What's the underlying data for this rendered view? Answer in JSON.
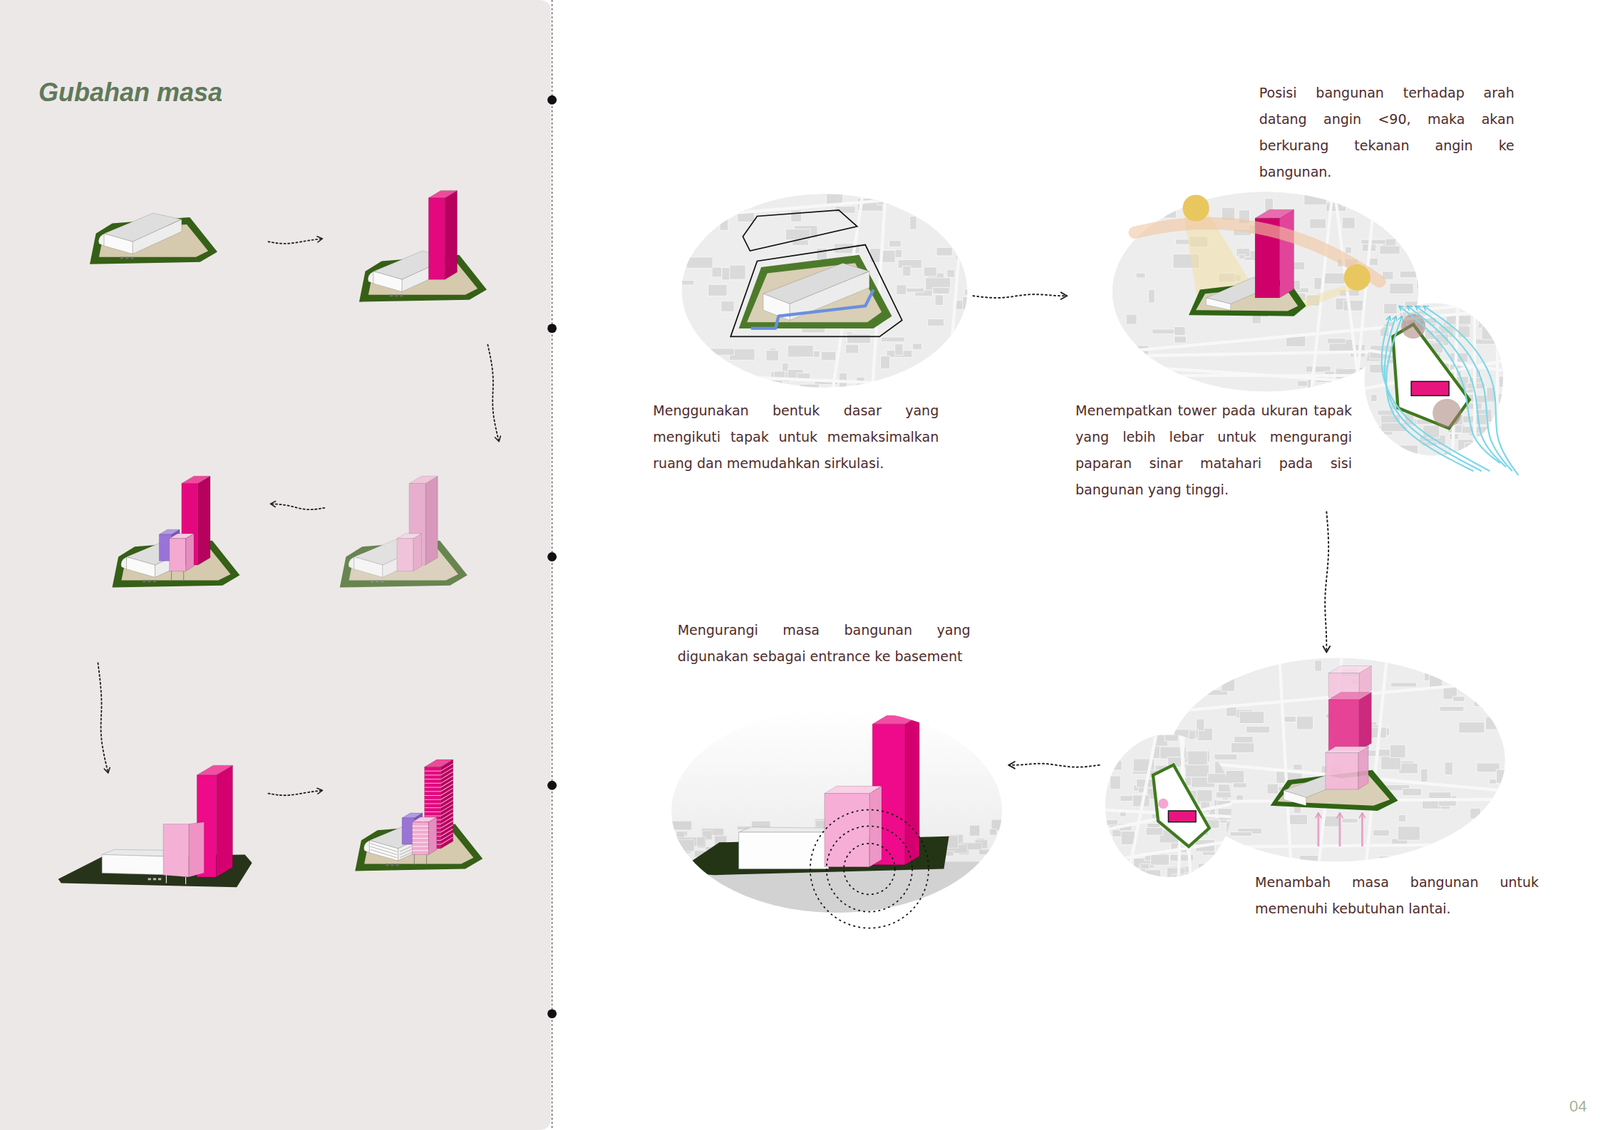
{
  "diagram": {
    "title": "Gubahan masa",
    "nodes": [
      {
        "text": [
          "Menggunakan bentuk dasar yang mengikuti tapak untuk memaksimalkan ruang dan memudahkan sirkulasi."
        ]
      },
      {
        "text": [
          "Posisi bangunan terhadap arah datang angin <90, maka akan berkurang tekanan angin ke bangunan.",
          "Menempatkan tower pada ukuran tapak yang lebih lebar untuk mengurangi paparan sinar matahari pada sisi bangunan yang tinggi."
        ]
      },
      {
        "text": [
          "Menambah masa bangunan untuk memenuhi kebutuhan lantai."
        ]
      },
      {
        "text": [
          "Mengurangi masa bangunan yang digunakan sebagai entrance ke basement"
        ]
      }
    ],
    "edges": [
      {
        "from": 0,
        "to": 1,
        "arrow": "to"
      },
      {
        "from": 1,
        "to": 2,
        "arrow": "to"
      },
      {
        "from": 2,
        "to": 3,
        "arrow": "to"
      }
    ],
    "labels": [
      "04"
    ]
  }
}
